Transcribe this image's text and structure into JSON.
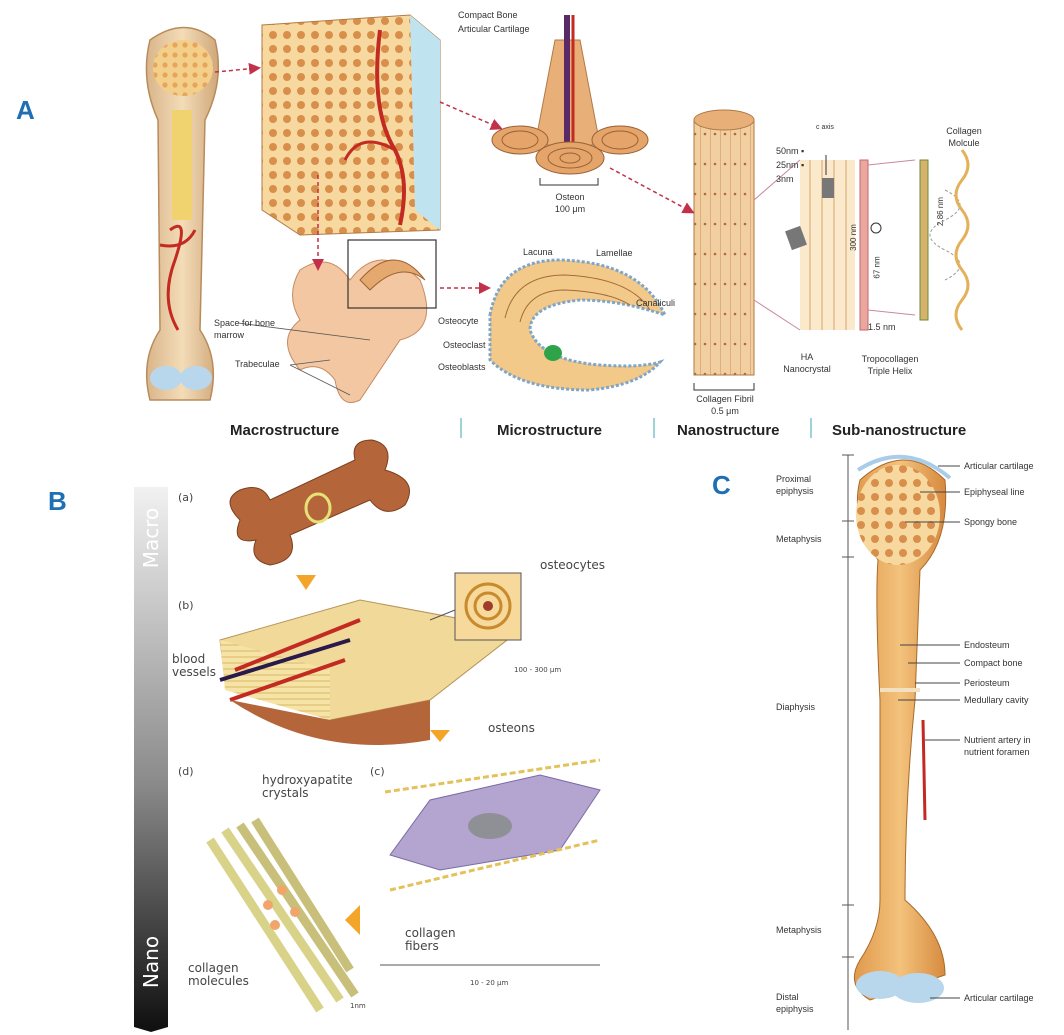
{
  "panels": {
    "a": "A",
    "b": "B",
    "c": "C"
  },
  "panel_a": {
    "labels": {
      "compact_bone": "Compact Bone",
      "articular_cartilage": "Articular Cartilage",
      "osteon": "Osteon",
      "osteon_size": "100 μm",
      "space_for_marrow_1": "Space for bone",
      "space_for_marrow_2": "marrow",
      "trabeculae": "Trabeculae",
      "lacuna": "Lacuna",
      "lamellae": "Lamellae",
      "canaliculi": "Canaliculi",
      "osteocyte": "Osteocyte",
      "osteoclast": "Osteoclast",
      "osteoblasts": "Osteoblasts",
      "collagen_fibril": "Collagen Fibril",
      "collagen_fibril_size": "0.5 μm",
      "c_axis": "c axis",
      "dim_50": "50nm ▪",
      "dim_25": "25nm ▪",
      "dim_3": "3nm",
      "ha_1": "HA",
      "ha_2": "Nanocrystal",
      "d300": "300 nm",
      "d67": "67 nm",
      "d15": "1.5 nm",
      "d286": "2.86 nm",
      "tropocollagen_1": "Tropocollagen",
      "tropocollagen_2": "Triple Helix",
      "collagen_molecule_1": "Collagen",
      "collagen_molecule_2": "Molcule"
    },
    "scales": [
      "Macrostructure",
      "Microstructure",
      "Nanostructure",
      "Sub-nanostructure"
    ]
  },
  "panel_b": {
    "scale_top": "Macro",
    "scale_bottom": "Nano",
    "labels": {
      "a": "(a)",
      "b": "(b)",
      "c": "(c)",
      "d": "(d)",
      "osteocytes": "osteocytes",
      "blood_vessels_1": "blood",
      "blood_vessels_2": "vessels",
      "osteons": "osteons",
      "range_osteon": "100 - 300 μm",
      "hydroxyapatite_1": "hydroxyapatite",
      "hydroxyapatite_2": "crystals",
      "collagen_molecules_1": "collagen",
      "collagen_molecules_2": "molecules",
      "collagen_fibers_1": "collagen",
      "collagen_fibers_2": "fibers",
      "range_fibers": "10 - 20 μm",
      "one_nm": "1nm"
    }
  },
  "panel_c": {
    "left_labels": {
      "proximal_1": "Proximal",
      "proximal_2": "epiphysis",
      "metaphysis_top": "Metaphysis",
      "diaphysis": "Diaphysis",
      "metaphysis_bottom": "Metaphysis",
      "distal_1": "Distal",
      "distal_2": "epiphysis"
    },
    "right_labels": {
      "articular_top": "Articular cartilage",
      "epiphyseal_line": "Epiphyseal line",
      "spongy_bone": "Spongy bone",
      "endosteum": "Endosteum",
      "compact_bone": "Compact bone",
      "periosteum": "Periosteum",
      "medullary_cavity": "Medullary cavity",
      "nutrient_1": "Nutrient artery in",
      "nutrient_2": "nutrient foramen",
      "articular_bottom": "Articular cartilage"
    }
  }
}
